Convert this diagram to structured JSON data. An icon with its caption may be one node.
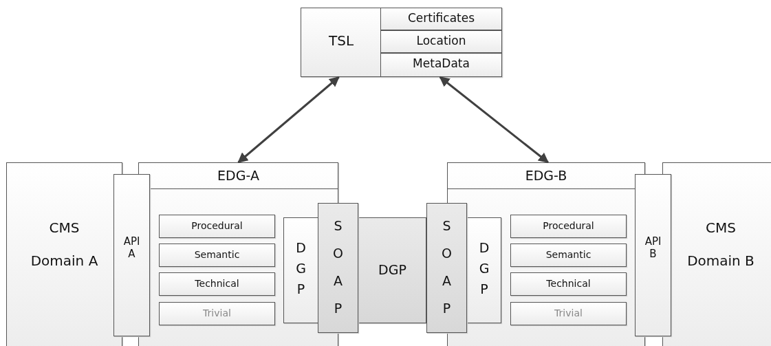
{
  "diagram": {
    "nodes": [
      {
        "text": [
          "TSL"
        ]
      },
      {
        "text": [
          "Certificates"
        ],
        "in": 0
      },
      {
        "text": [
          "Location"
        ],
        "in": 0
      },
      {
        "text": [
          "MetaData"
        ],
        "in": 0
      },
      {
        "text": [
          "CMS",
          "Domain A"
        ]
      },
      {
        "text": [
          "API A"
        ]
      },
      {
        "text": [
          "EDG-A"
        ]
      },
      {
        "text": [
          "Procedural"
        ],
        "in": 6
      },
      {
        "text": [
          "Semantic"
        ],
        "in": 6
      },
      {
        "text": [
          "Technical"
        ],
        "in": 6
      },
      {
        "text": [
          "Trivial"
        ],
        "in": 6
      },
      {
        "text": [
          "D G P"
        ],
        "in": 6
      },
      {
        "text": [
          "S O A P"
        ]
      },
      {
        "text": [
          "DGP"
        ]
      },
      {
        "text": [
          "S O A P"
        ]
      },
      {
        "text": [
          "EDG-B"
        ]
      },
      {
        "text": [
          "D G P"
        ],
        "in": 15
      },
      {
        "text": [
          "Procedural"
        ],
        "in": 15
      },
      {
        "text": [
          "Semantic"
        ],
        "in": 15
      },
      {
        "text": [
          "Technical"
        ],
        "in": 15
      },
      {
        "text": [
          "Trivial"
        ],
        "in": 15
      },
      {
        "text": [
          "API B"
        ]
      },
      {
        "text": [
          "CMS",
          "Domain B"
        ]
      }
    ],
    "edges": [
      {
        "from": 0,
        "to": 6,
        "arrow": "both"
      },
      {
        "from": 3,
        "to": 15,
        "arrow": "both"
      }
    ]
  }
}
